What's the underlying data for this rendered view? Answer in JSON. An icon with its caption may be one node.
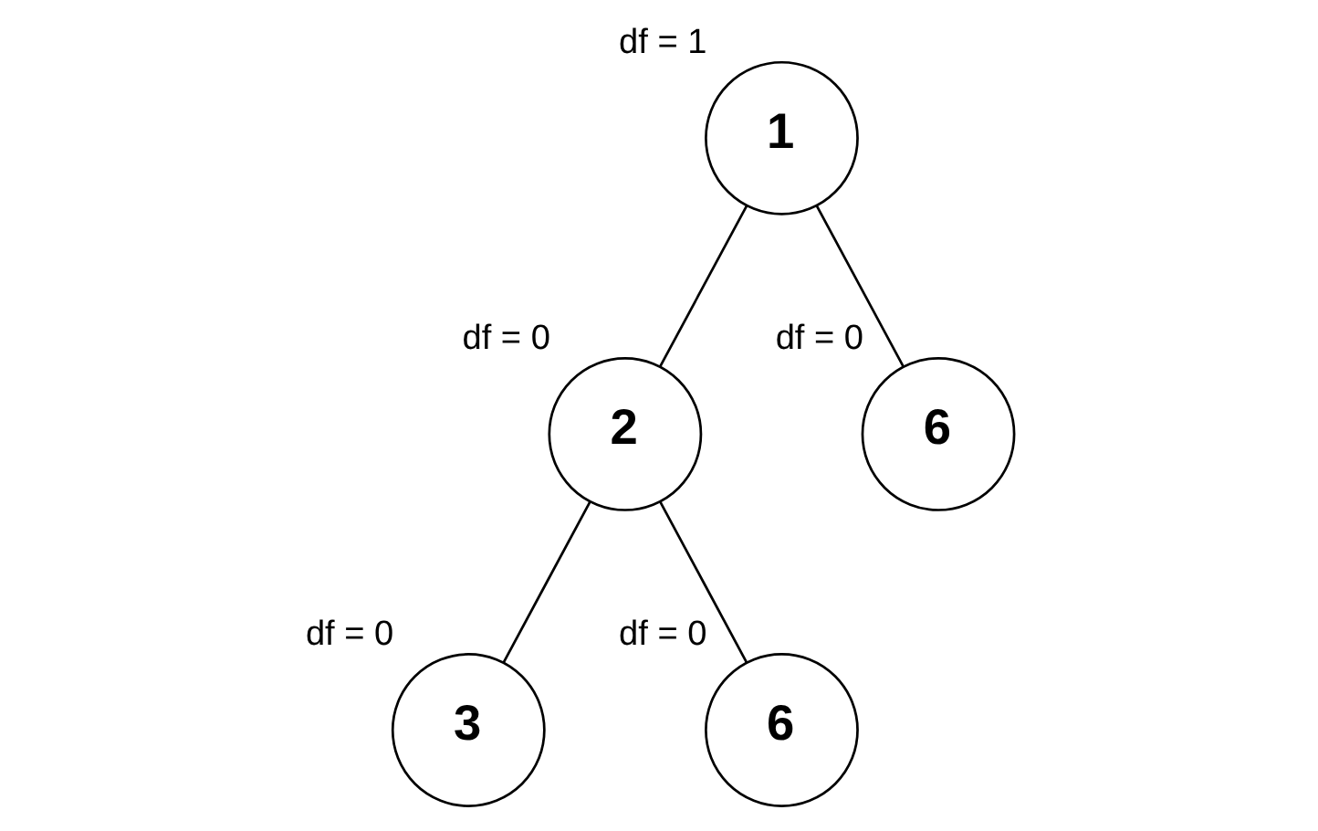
{
  "diagram": {
    "nodes": [
      {
        "text": [
          "1"
        ],
        "beside": [
          "df = 1"
        ]
      },
      {
        "text": [
          "2"
        ],
        "beside": [
          "df = 0"
        ]
      },
      {
        "text": [
          "6"
        ],
        "beside": [
          "df = 0"
        ]
      },
      {
        "text": [
          "3"
        ],
        "beside": [
          "df = 0"
        ]
      },
      {
        "text": [
          "6"
        ],
        "beside": [
          "df = 0"
        ]
      }
    ],
    "edges": [
      {
        "from": 0,
        "to": 1,
        "arrow": "none"
      },
      {
        "from": 0,
        "to": 2,
        "arrow": "none"
      },
      {
        "from": 1,
        "to": 3,
        "arrow": "none"
      },
      {
        "from": 1,
        "to": 4,
        "arrow": "none"
      }
    ]
  }
}
